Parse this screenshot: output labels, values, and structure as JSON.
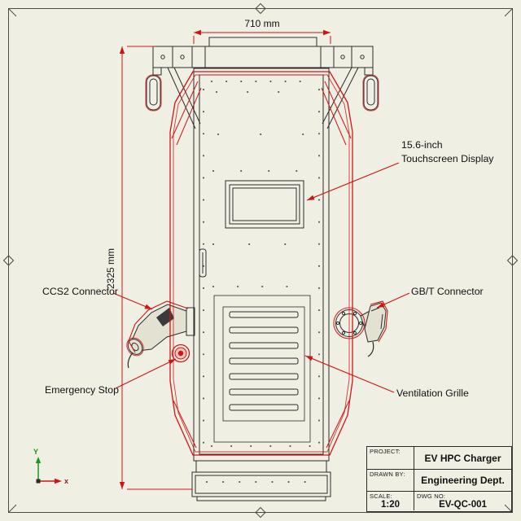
{
  "colors": {
    "highlight_red": "#cf1414",
    "line_black": "#2b2b2b",
    "axis_green": "#159a15",
    "sheet_bg": "#f0efe4"
  },
  "dimensions": {
    "width_label": "710 mm",
    "height_label": "2325 mm"
  },
  "callouts": {
    "display_line1": "15.6-inch",
    "display_line2": "Touchscreen Display",
    "ccs2_label": "CCS2 Connector",
    "gbt_label": "GB/T Connector",
    "estop_label": "Emergency Stop",
    "vent_label": "Ventilation Grille"
  },
  "axes": {
    "x_label": "x",
    "y_label": "Y"
  },
  "title_block": {
    "project_caption": "PROJECT:",
    "project_value": "EV HPC Charger",
    "drawn_caption": "DRAWN BY:",
    "drawn_value": "Engineering Dept.",
    "scale_caption": "SCALE:",
    "scale_value": "1:20",
    "dwg_caption": "DWG NO:",
    "dwg_value": "EV-QC-001"
  }
}
